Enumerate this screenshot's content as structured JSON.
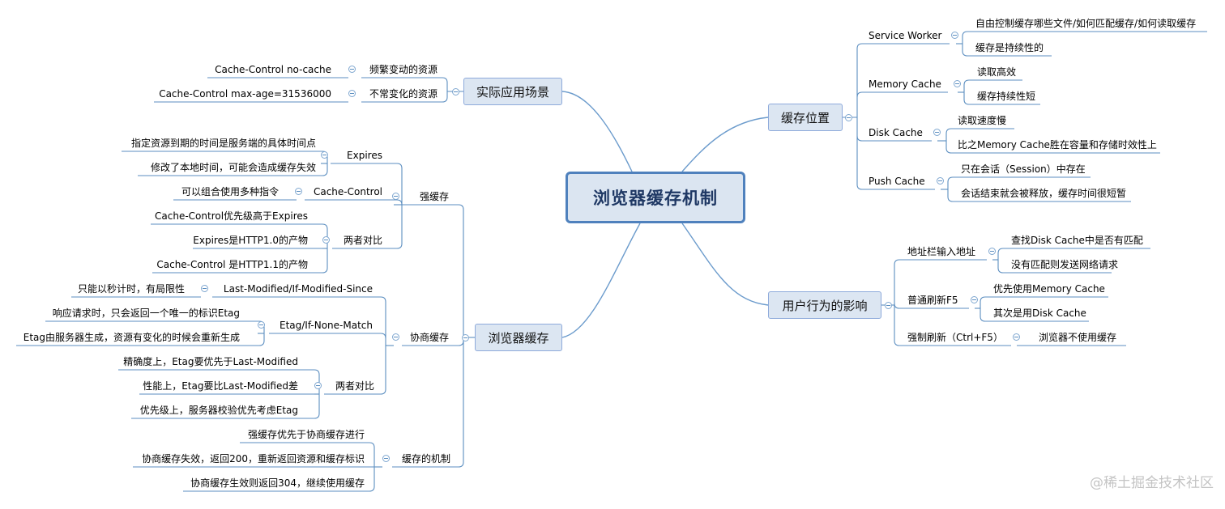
{
  "root": "浏览器缓存机制",
  "right": {
    "location": {
      "label": "缓存位置",
      "service_worker": {
        "label": "Service Worker",
        "items": [
          "自由控制缓存哪些文件/如何匹配缓存/如何读取缓存",
          "缓存是持续性的"
        ]
      },
      "memory_cache": {
        "label": "Memory Cache",
        "items": [
          "读取高效",
          "缓存持续性短"
        ]
      },
      "disk_cache": {
        "label": "Disk Cache",
        "items": [
          "读取速度慢",
          "比之Memory Cache胜在容量和存储时效性上"
        ]
      },
      "push_cache": {
        "label": "Push Cache",
        "items": [
          "只在会话（Session）中存在",
          "会话结束就会被释放，缓存时间很短暂"
        ]
      }
    },
    "behavior": {
      "label": "用户行为的影响",
      "address_bar": {
        "label": "地址栏输入地址",
        "items": [
          "查找Disk Cache中是否有匹配",
          "没有匹配则发送网络请求"
        ]
      },
      "f5": {
        "label": "普通刷新F5",
        "items": [
          "优先使用Memory Cache",
          "其次是用Disk Cache"
        ]
      },
      "ctrl_f5": {
        "label": "强制刷新（Ctrl+F5）",
        "items": [
          "浏览器不使用缓存"
        ]
      }
    }
  },
  "left": {
    "scenarios": {
      "label": "实际应用场景",
      "frequent": {
        "label": "频繁变动的资源",
        "value": "Cache-Control no-cache"
      },
      "rare": {
        "label": "不常变化的资源",
        "value": "Cache-Control max-age=31536000"
      }
    },
    "browser_cache": {
      "label": "浏览器缓存",
      "strong": {
        "label": "强缓存",
        "expires": {
          "label": "Expires",
          "items": [
            "指定资源到期的时间是服务端的具体时间点",
            "修改了本地时间，可能会造成缓存失效"
          ]
        },
        "cache_control": {
          "label": "Cache-Control",
          "items": [
            "可以组合使用多种指令"
          ]
        },
        "compare": {
          "label": "两者对比",
          "items": [
            "Cache-Control优先级高于Expires",
            "Expires是HTTP1.0的产物",
            "Cache-Control 是HTTP1.1的产物"
          ]
        }
      },
      "negotiate": {
        "label": "协商缓存",
        "last_modified": {
          "label": "Last-Modified/If-Modified-Since",
          "items": [
            "只能以秒计时，有局限性"
          ]
        },
        "etag": {
          "label": "Etag/If-None-Match",
          "items": [
            "响应请求时，只会返回一个唯一的标识Etag",
            "Etag由服务器生成，资源有变化的时候会重新生成"
          ]
        },
        "compare": {
          "label": "两者对比",
          "items": [
            "精确度上，Etag要优先于Last-Modified",
            "性能上，Etag要比Last-Modified差",
            "优先级上，服务器校验优先考虑Etag"
          ]
        }
      },
      "mechanism": {
        "label": "缓存的机制",
        "items": [
          "强缓存优先于协商缓存进行",
          "协商缓存失效，返回200，重新返回资源和缓存标识",
          "协商缓存生效则返回304，继续使用缓存"
        ]
      }
    }
  },
  "watermark": "@稀土掘金技术社区"
}
